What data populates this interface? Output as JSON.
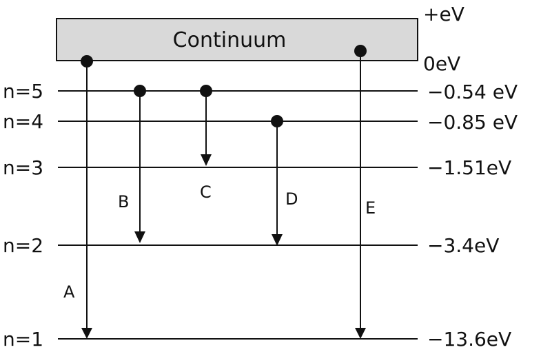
{
  "colors": {
    "line": "#111111",
    "continuum_fill": "#d9d9d9",
    "background": "#ffffff"
  },
  "continuum": {
    "label": "Continuum",
    "top_energy_label": "+eV",
    "bottom_energy_label": "0eV"
  },
  "levels": [
    {
      "n_label": "n=5",
      "energy_label": "−0.54 eV"
    },
    {
      "n_label": "n=4",
      "energy_label": "−0.85 eV"
    },
    {
      "n_label": "n=3",
      "energy_label": "−1.51eV"
    },
    {
      "n_label": "n=2",
      "energy_label": "−3.4eV"
    },
    {
      "n_label": "n=1",
      "energy_label": "−13.6eV"
    }
  ],
  "transitions": [
    {
      "label": "A",
      "from": "continuum",
      "to": "n=1"
    },
    {
      "label": "B",
      "from": "n=5",
      "to": "n=2"
    },
    {
      "label": "C",
      "from": "n=5",
      "to": "n=3"
    },
    {
      "label": "D",
      "from": "n=4",
      "to": "n=2"
    },
    {
      "label": "E",
      "from": "continuum",
      "to": "n=1"
    }
  ]
}
